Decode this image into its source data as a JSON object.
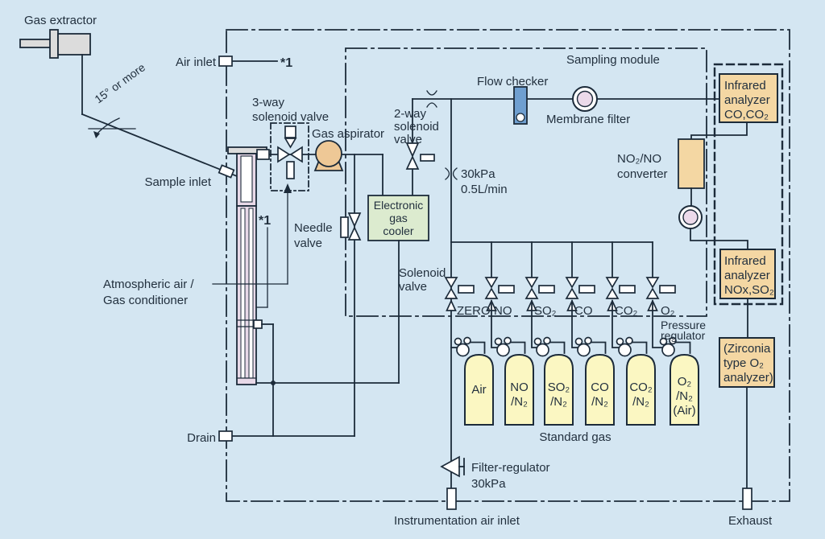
{
  "colors": {
    "bg": "#d4e6f2",
    "line": "#1c2b3a",
    "text": "#22303e",
    "tan": "#f4d7a3",
    "cooler": "#dcebcf",
    "cylinder": "#fbf7c2",
    "aspirator": "#eec896",
    "probe": "#e8d9e8",
    "checker": "#6f9fd0",
    "filterpink": "#ecdaea",
    "metal": "#dcdcdc"
  },
  "labels": {
    "gas_extractor": "Gas extractor",
    "angle_note": "15° or more",
    "air_inlet": "Air inlet",
    "footnote": "*1",
    "sample_inlet": "Sample inlet",
    "three_way_valve": [
      "3-way",
      "solenoid valve"
    ],
    "gas_aspirator": "Gas aspirator",
    "needle_valve": [
      "Needle",
      "valve"
    ],
    "two_way_valve": [
      "2-way",
      "solenoid",
      "valve"
    ],
    "atmospheric": [
      "Atmospheric air /",
      "Gas conditioner"
    ],
    "cooler": [
      "Electronic",
      "gas",
      "cooler"
    ],
    "solenoid_valve": [
      "Solenoid",
      "valve"
    ],
    "flow_checker": "Flow checker",
    "membrane_filter": "Membrane filter",
    "sampling_module": "Sampling module",
    "restrictor_spec": [
      "30kPa",
      "0.5L/min"
    ],
    "converter": [
      "NO₂/NO",
      "converter"
    ],
    "ir_co_co2": [
      "Infrared",
      "analyzer",
      "CO,CO₂"
    ],
    "ir_nox_so2": [
      "Infrared",
      "analyzer",
      "NOx,SO₂"
    ],
    "zirconia": [
      "(Zirconia",
      "type O₂",
      "analyzer)"
    ],
    "pressure_regulator": [
      "Pressure",
      "regulator"
    ],
    "channels": [
      "ZERO",
      "NO",
      "SO₂",
      "CO",
      "CO₂",
      "O₂"
    ],
    "cylinders": [
      [
        "Air"
      ],
      [
        "NO",
        "/N₂"
      ],
      [
        "SO₂",
        "/N₂"
      ],
      [
        "CO",
        "/N₂"
      ],
      [
        "CO₂",
        "/N₂"
      ],
      [
        "O₂",
        "/N₂",
        "(Air)"
      ]
    ],
    "standard_gas": "Standard gas",
    "filter_regulator": [
      "Filter-regulator",
      "30kPa"
    ],
    "instrumentation_air_inlet": "Instrumentation air inlet",
    "drain": "Drain",
    "exhaust": "Exhaust"
  }
}
